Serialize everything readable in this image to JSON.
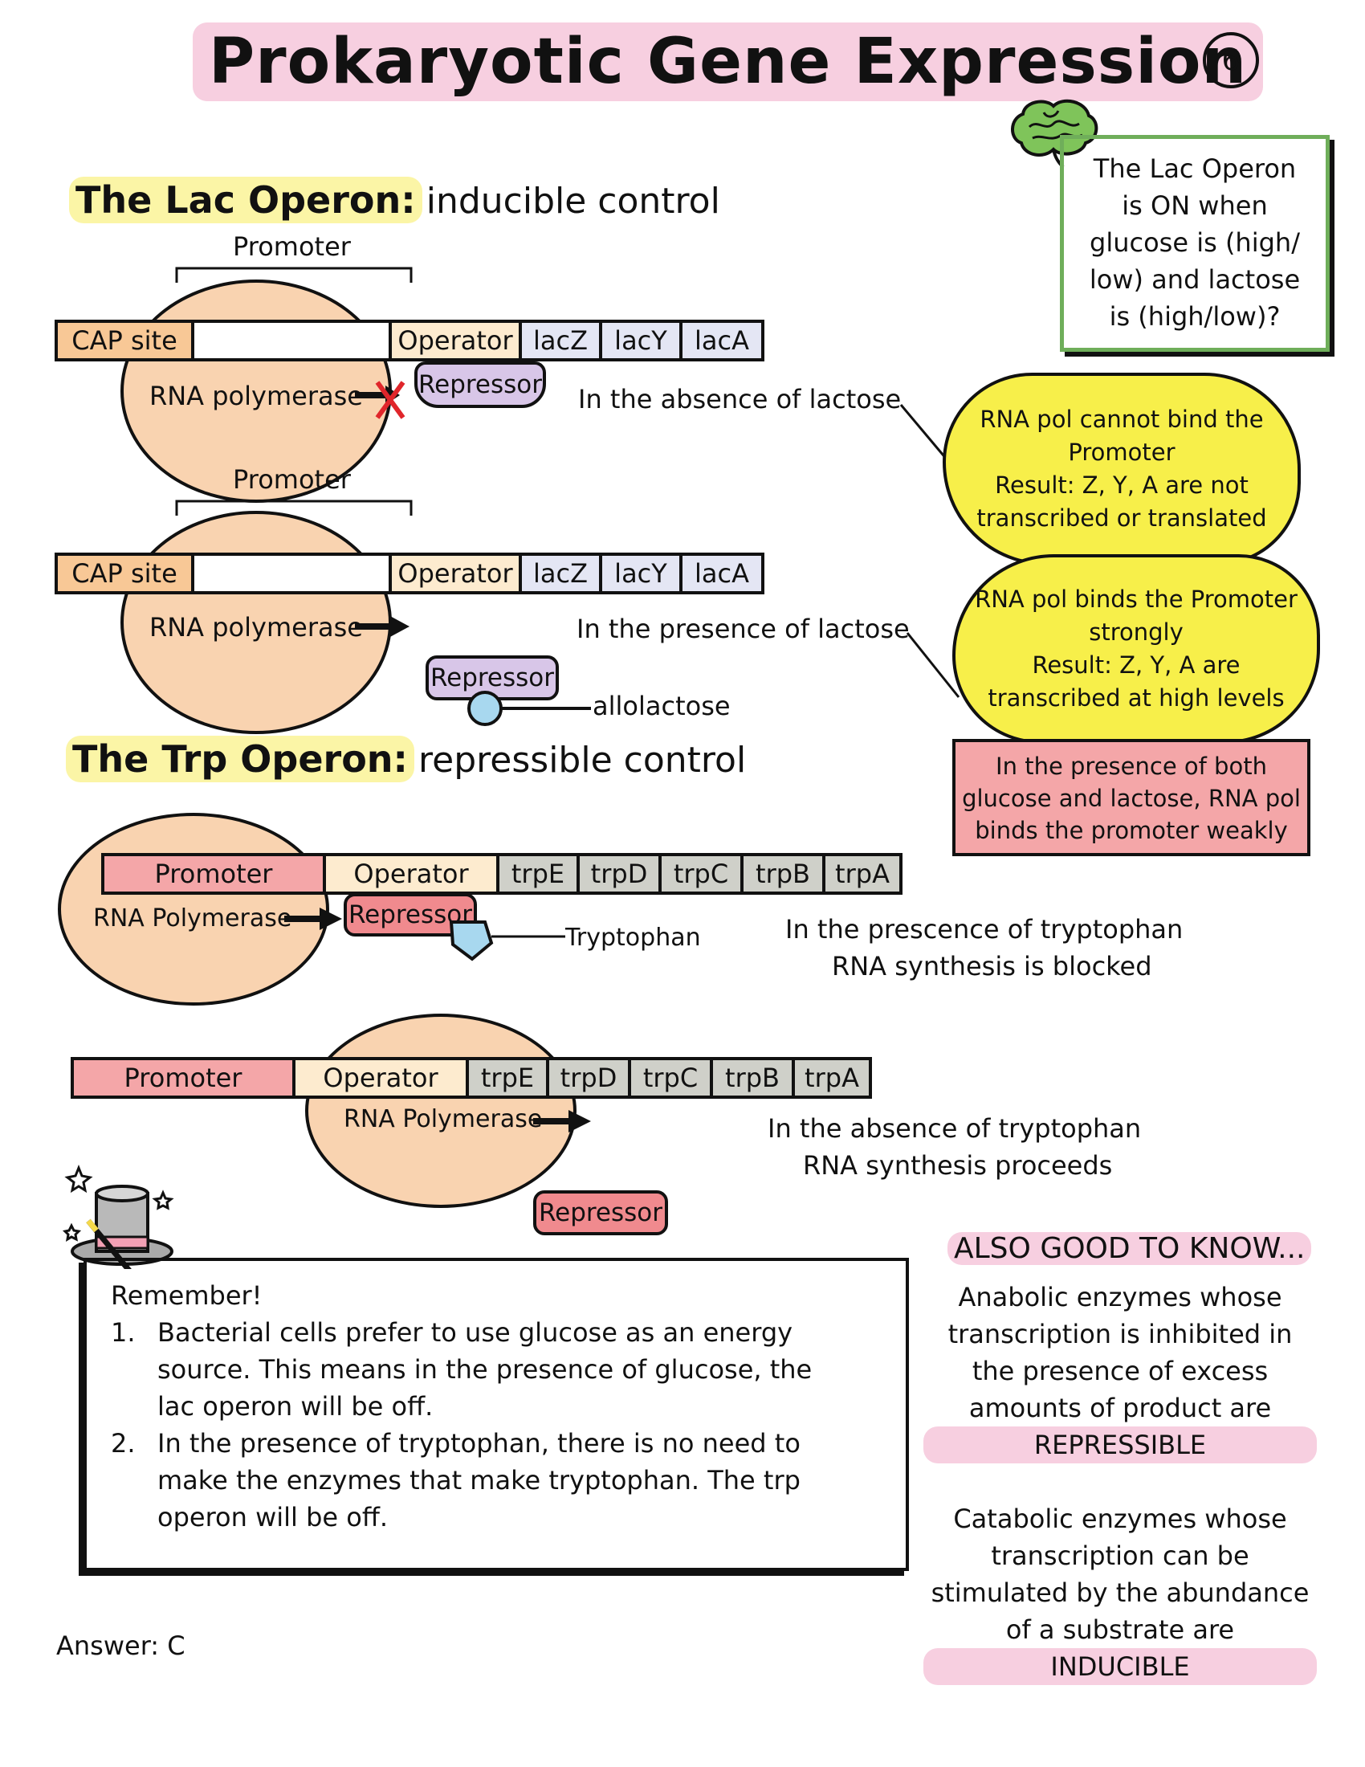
{
  "title": "Prokaryotic Gene Expression",
  "page_number": "6",
  "lac": {
    "heading": "The Lac Operon:",
    "subheading": "inducible control",
    "promoter_label": "Promoter",
    "segments": [
      "CAP site",
      "Operator",
      "lacZ",
      "lacY",
      "lacA"
    ],
    "rna_polymerase": "RNA polymerase",
    "repressor": "Repressor",
    "absence_caption": "In the absence of lactose",
    "presence_caption": "In the presence of lactose",
    "allolactose": "allolactose"
  },
  "question_box": {
    "lines": [
      "The Lac Operon",
      "is ON when",
      "glucose is (high/",
      "low) and lactose",
      "is (high/low)?"
    ]
  },
  "cloud1": {
    "lines": [
      "RNA pol cannot bind the",
      "Promoter",
      "Result: Z, Y, A are not",
      "transcribed or translated"
    ]
  },
  "cloud2": {
    "lines": [
      "RNA pol binds the Promoter",
      "strongly",
      "Result: Z, Y, A are",
      "transcribed at high levels"
    ]
  },
  "pink_box": {
    "lines": [
      "In the presence of both",
      "glucose and lactose, RNA pol",
      "binds the promoter weakly"
    ]
  },
  "trp": {
    "heading": "The Trp Operon:",
    "subheading": "repressible control",
    "segments": [
      "Promoter",
      "Operator",
      "trpE",
      "trpD",
      "trpC",
      "trpB",
      "trpA"
    ],
    "rna_polymerase": "RNA Polymerase",
    "repressor": "Repressor",
    "tryptophan": "Tryptophan",
    "presence_caption": [
      "In the prescence of tryptophan",
      "RNA synthesis is blocked"
    ],
    "absence_caption": [
      "In the absence of tryptophan",
      "RNA synthesis proceeds"
    ]
  },
  "remember": {
    "heading": "Remember!",
    "items": [
      {
        "num": "1.",
        "lines": [
          "Bacterial cells prefer to use glucose as an energy",
          "source. This means in the presence of glucose, the",
          "lac operon will be off."
        ]
      },
      {
        "num": "2.",
        "lines": [
          "In the presence of tryptophan, there is no need to",
          "make the enzymes that make tryptophan. The trp",
          "operon will be off."
        ]
      }
    ]
  },
  "answer": "Answer: C",
  "also_good": {
    "heading": "ALSO GOOD TO KNOW...",
    "para1": [
      "Anabolic enzymes whose",
      "transcription is inhibited in",
      "the presence of excess",
      "amounts of product are"
    ],
    "term1": "REPRESSIBLE",
    "para2": [
      "Catabolic enzymes whose",
      "transcription can be",
      "stimulated by the abundance",
      "of a substrate are"
    ],
    "term2": "INDUCIBLE"
  },
  "icons": [
    "brain-icon",
    "magic-hat-icon"
  ],
  "colors": {
    "cap_orange": "#f8c896",
    "polymerase_orange": "#f9d3b0",
    "repressor_lavender": "#d8c6e8",
    "repressor_pink": "#f08a8e",
    "gene_lavender": "#e4e6f4",
    "trp_grey": "#cfd0c9",
    "cloud_yellow": "#f7ef4a",
    "box_green": "#6fae5a",
    "title_pink": "#f7cfe0",
    "heading_yellow": "#fbf5a6"
  }
}
